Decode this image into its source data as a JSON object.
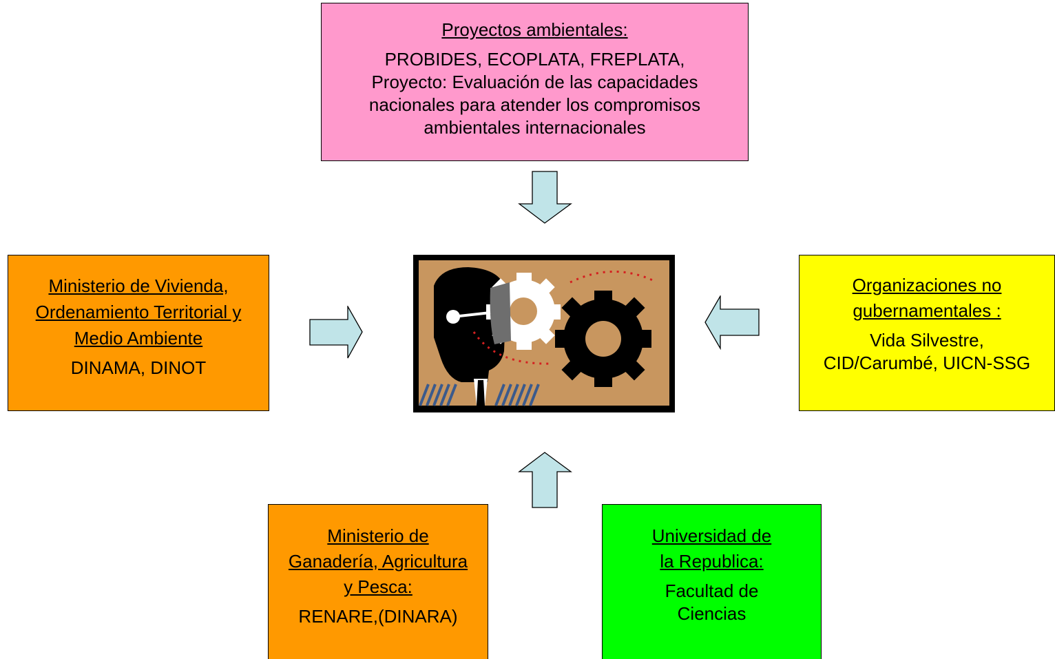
{
  "colors": {
    "pink": "#ff99cc",
    "orange": "#ff9900",
    "yellow": "#ffff00",
    "green": "#00ff00",
    "arrow_fill": "#c0e4e8"
  },
  "boxes": {
    "top": {
      "title": [
        "Proyectos ambientales:"
      ],
      "body": [
        "PROBIDES, ECOPLATA, FREPLATA,",
        "Proyecto: Evaluación de las capacidades",
        "nacionales para atender los compromisos",
        "ambientales internacionales"
      ]
    },
    "left": {
      "title": [
        "Ministerio de Vivienda,",
        "Ordenamiento Territorial y",
        "Medio Ambiente"
      ],
      "body": [
        "DINAMA, DINOT"
      ]
    },
    "right": {
      "title": [
        "Organizaciones no",
        "gubernamentales :"
      ],
      "body": [
        "Vida Silvestre,",
        "CID/Carumbé, UICN-SSG"
      ]
    },
    "bottom_left": {
      "title": [
        "Ministerio de",
        "Ganadería, Agricultura",
        "y Pesca:"
      ],
      "body": [
        "RENARE,(DINARA)"
      ]
    },
    "bottom_right": {
      "title": [
        "Universidad de",
        "la Republica:"
      ],
      "body": [
        "Facultad de",
        "Ciencias"
      ]
    }
  },
  "center_image": {
    "icon": "person-with-gears-icon"
  }
}
